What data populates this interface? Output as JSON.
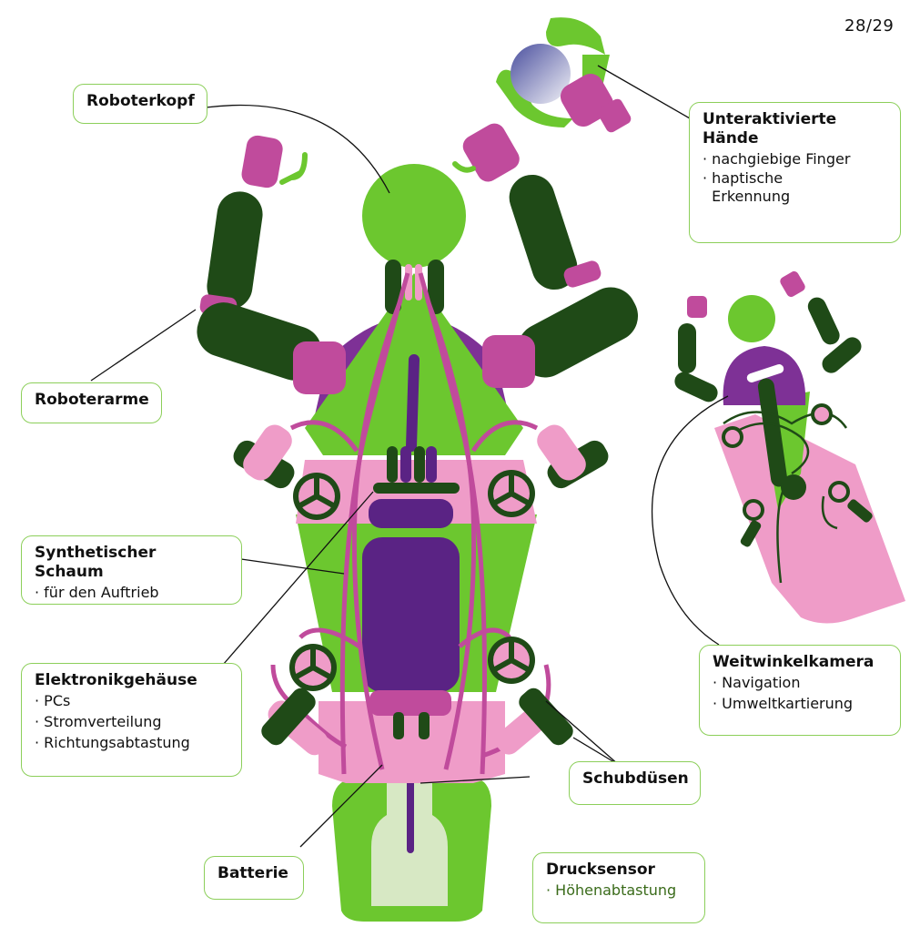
{
  "page_number": "28/29",
  "labels": {
    "head": {
      "title": "Roboterkopf"
    },
    "hands": {
      "title_line1": "Unteraktivierte",
      "title_line2": "Hände",
      "items": [
        "· nachgiebige Finger",
        "· haptische",
        "  Erkennung"
      ]
    },
    "arms": {
      "title": "Roboterarme"
    },
    "foam": {
      "title": "Synthetischer Schaum",
      "items": [
        "· für den Auftrieb"
      ]
    },
    "electronics": {
      "title": "Elektronikgehäuse",
      "items": [
        "· PCs",
        "· Stromverteilung",
        "· Richtungsabtastung"
      ]
    },
    "camera": {
      "title": "Weitwinkelkamera",
      "items": [
        "· Navigation",
        "· Umweltkartierung"
      ]
    },
    "thrusters": {
      "title": "Schubdüsen"
    },
    "battery": {
      "title": "Batterie"
    },
    "pressure": {
      "title": "Drucksensor",
      "items": [
        "· Höhenabtastung"
      ]
    }
  },
  "colors": {
    "lime": "#6cc72f",
    "dark_green": "#1f4a17",
    "pink": "#ef9cc8",
    "magenta": "#c04b9c",
    "purple": "#5a2384",
    "pale_green": "#d7e8c4",
    "label_border": "#8ccf5a"
  }
}
